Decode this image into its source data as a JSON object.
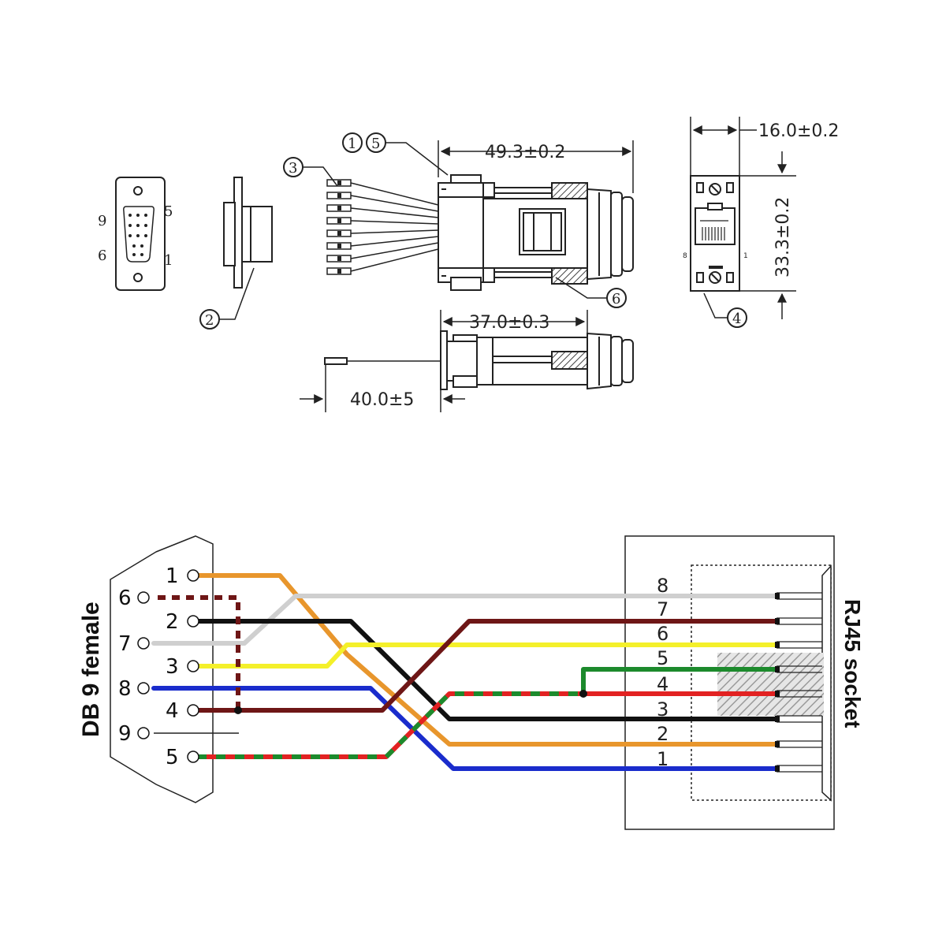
{
  "mechanical": {
    "dimensions": {
      "length_body": "49.3±0.2",
      "length_shell": "37.0±0.3",
      "lead_length": "40.0±5",
      "width_socket": "16.0±0.2",
      "height_socket": "33.3±0.2"
    },
    "callouts": [
      "1",
      "2",
      "3",
      "4",
      "5",
      "6"
    ],
    "db9_face_pins": {
      "top_left": "9",
      "bottom_left": "6",
      "top_right": "5",
      "bottom_right": "1"
    },
    "rj45_face_pins": {
      "left": "8",
      "right": "1"
    }
  },
  "wiring": {
    "db9_label": "DB 9 female",
    "rj45_label": "RJ45 socket",
    "db9_pins": [
      "1",
      "6",
      "2",
      "7",
      "3",
      "8",
      "4",
      "9",
      "5"
    ],
    "rj45_pins": [
      "8",
      "7",
      "6",
      "5",
      "4",
      "3",
      "2",
      "1"
    ],
    "colors": {
      "orange": "#e8962c",
      "grey": "#cfcfcf",
      "black": "#111111",
      "yellow": "#f4f02a",
      "blue": "#1a2ccc",
      "brown": "#6e1616",
      "green": "#1c8a2c",
      "red": "#e22222"
    }
  }
}
